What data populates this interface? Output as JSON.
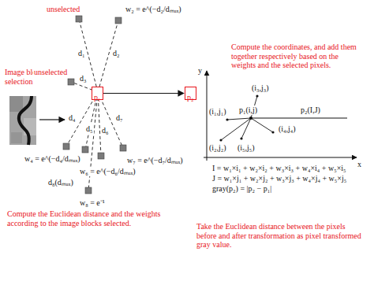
{
  "diagram": {
    "nodes": [
      {
        "text": [
          "p₁"
        ]
      },
      {
        "text": [
          "p₂"
        ]
      }
    ],
    "edges": [
      {
        "from": 0,
        "to": 1,
        "arrow": "to"
      }
    ],
    "labels": [
      "Image blocks selection",
      "unselected",
      "w₂ = e^(−d₂/dₘₐₓ)",
      "d₁",
      "d₂",
      "unselected",
      "d₃",
      "d₄",
      "d₅",
      "d₆",
      "d₇",
      "w₄ = e^(−d₄/dₘₐₓ)",
      "w₆ = e^(−d₆/dₘₐₓ)",
      "w₇ = e^(−d₇/dₘₐₓ)",
      "d₈(dₘₐₓ)",
      "w₈ = e⁻¹",
      "Compute the Euclidean distance and the weights according to the image blocks selected.",
      "Compute the coordinates, and add them together respectively based on the weights and the selected pixels.",
      "y",
      "(i₃,j₃)",
      "(i₁,j₁)",
      "p₁(i,j)",
      "p₂(I,J)",
      "(i₄,j₄)",
      "(i₂,j₂)",
      "(i₅,j₅)",
      "x",
      "I = w₁×i₁ + w₂×i₂ + w₃×i₃ + w₄×i₄ + w₅×i₅",
      "J = w₁×j₁ + w₂×j₂ + w₃×j₃ + w₄×j₄ + w₅×j₅",
      "gray(p₂) = |p₂ − p₁|",
      "Take the Euclidean distance between the pixels before and after transformation as pixel transformed gray value."
    ]
  }
}
